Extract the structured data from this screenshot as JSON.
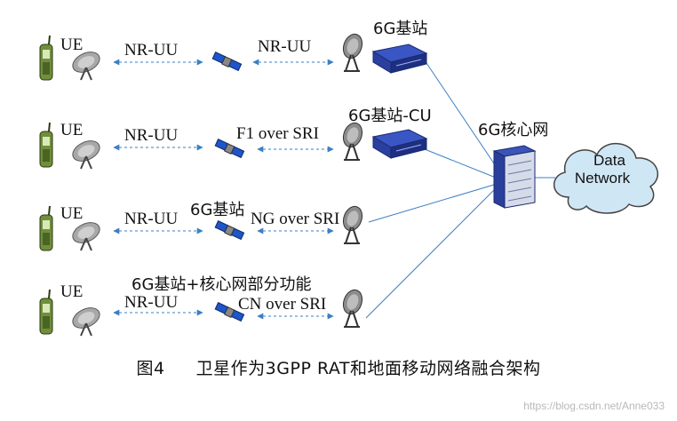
{
  "rows": [
    {
      "ue": "UE",
      "link_left": "NR-UU",
      "link_right": "NR-UU",
      "upper_label": "",
      "node_label": "6G基站"
    },
    {
      "ue": "UE",
      "link_left": "NR-UU",
      "link_right": "F1 over SRI",
      "upper_label": "",
      "node_label": "6G基站-CU"
    },
    {
      "ue": "UE",
      "link_left": "NR-UU",
      "link_right": "NG over SRI",
      "upper_label": "6G基站",
      "node_label": ""
    },
    {
      "ue": "UE",
      "link_left": "NR-UU",
      "link_right": "CN over SRI",
      "upper_label": "6G基站+核心网部分功能",
      "node_label": ""
    }
  ],
  "core": {
    "label": "6G核心网"
  },
  "cloud": {
    "line1": "Data",
    "line2": "Network"
  },
  "caption": {
    "figure": "图4",
    "title": "卫星作为3GPP RAT和地面移动网络融合架构"
  },
  "watermark": "https://blog.csdn.net/Anne033",
  "colors": {
    "link": "#3b7fc4",
    "station": "#2b3f9e",
    "cloud": "#cfe6f5",
    "satellite": "#1f55c8"
  }
}
